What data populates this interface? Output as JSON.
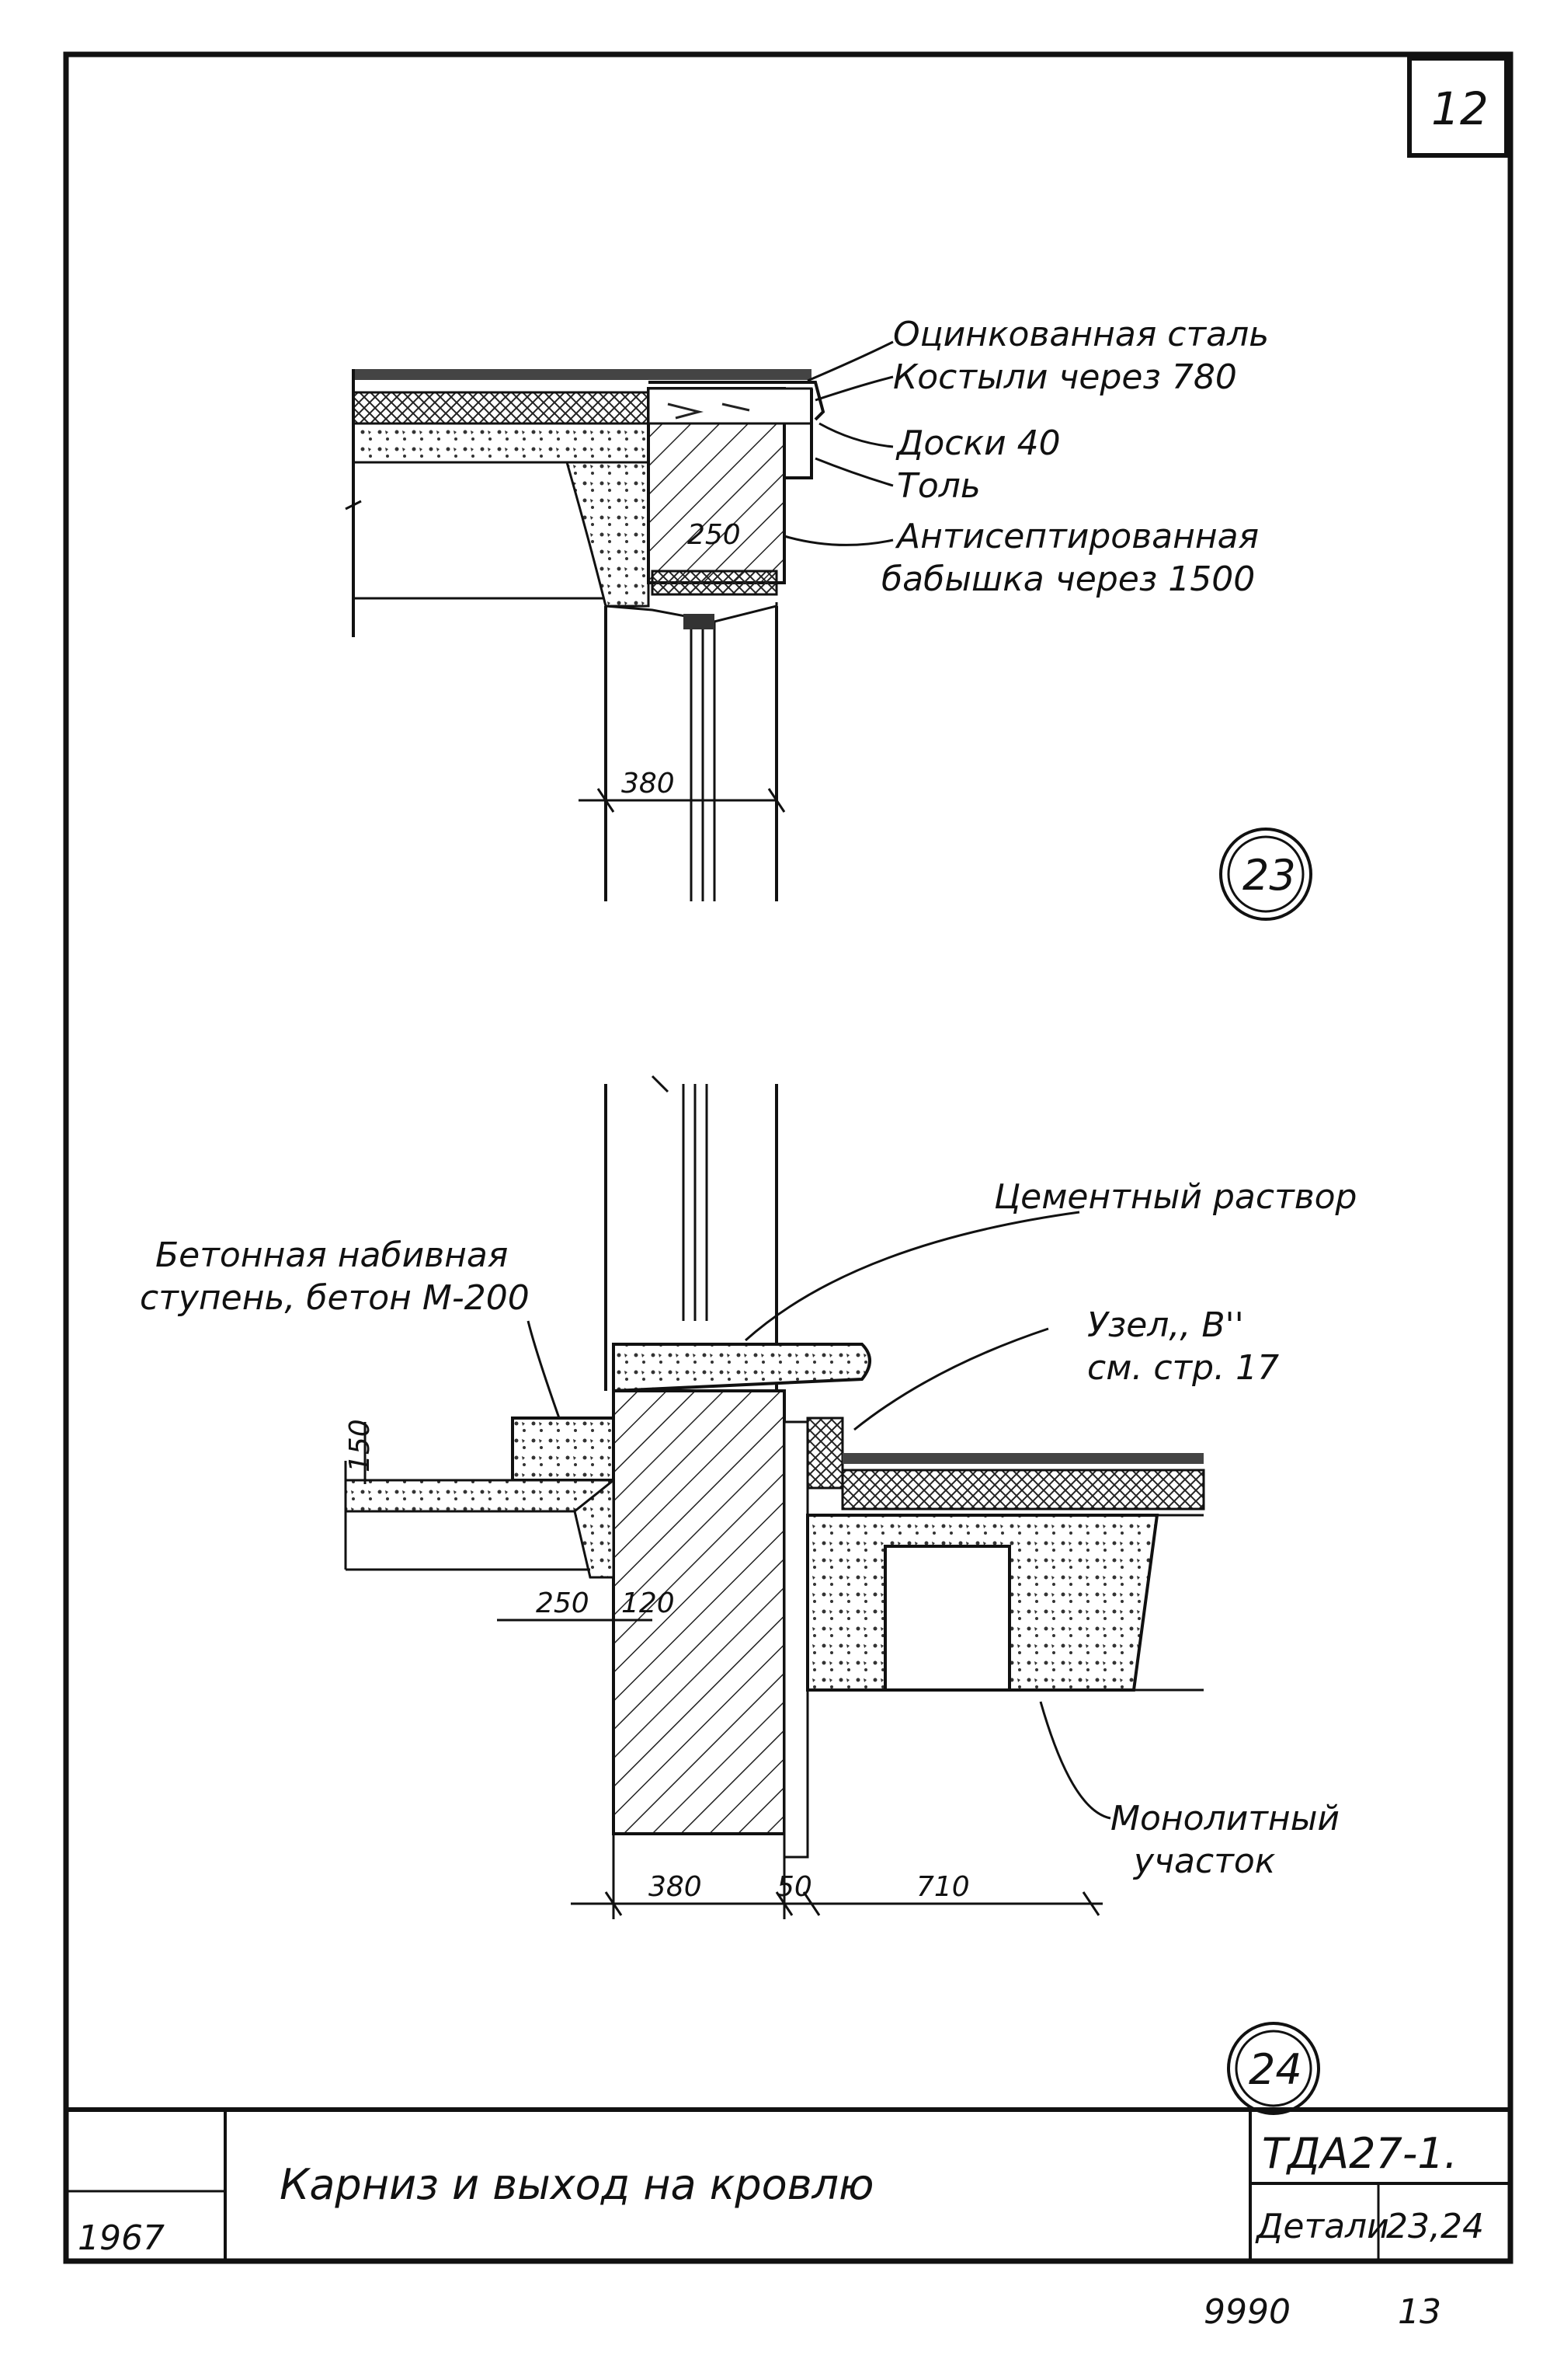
{
  "sheet": {
    "page_number": "12",
    "stamp_bottom_left": "1967",
    "title": "Карниз и выход на кровлю",
    "code": "ТДА27-1.",
    "detail_label": "Детали",
    "detail_numbers": "23,24",
    "footer_number_1": "9990",
    "footer_number_2": "13"
  },
  "detail_23": {
    "marker": "23",
    "callouts": [
      "Оцинкованная сталь",
      "Костыли через 780",
      "Доски 40",
      "Толь",
      "Антисептированная",
      "бабышка через 1500"
    ],
    "dim_250": "250",
    "dim_380": "380"
  },
  "detail_24": {
    "marker": "24",
    "cement_label": "Цементный раствор",
    "step_label_1": "Бетонная набивная",
    "step_label_2": "ступень, бетон М-200",
    "node_label_1": "Узел,, В''",
    "node_label_2": "см. стр. 17",
    "monolith_label_1": "Монолитный",
    "monolith_label_2": "участок",
    "dim_150": "150",
    "dim_250": "250",
    "dim_120": "120",
    "dim_380": "380",
    "dim_50": "50",
    "dim_710": "710"
  }
}
